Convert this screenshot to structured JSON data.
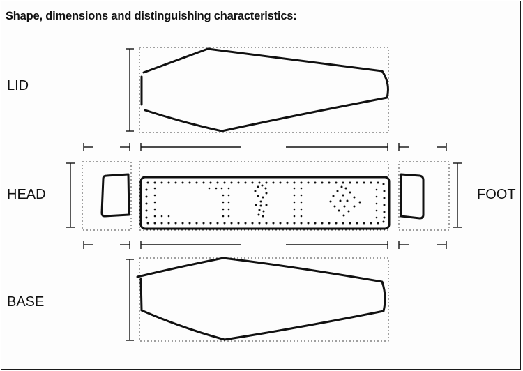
{
  "form": {
    "heading": "Shape, dimensions and distinguishing characteristics:",
    "views": {
      "lid": "LID",
      "head": "HEAD",
      "foot": "FOOT",
      "base": "BASE"
    }
  },
  "style": {
    "ink": "#111111",
    "paper": "#ffffff",
    "guide": "#444444"
  }
}
